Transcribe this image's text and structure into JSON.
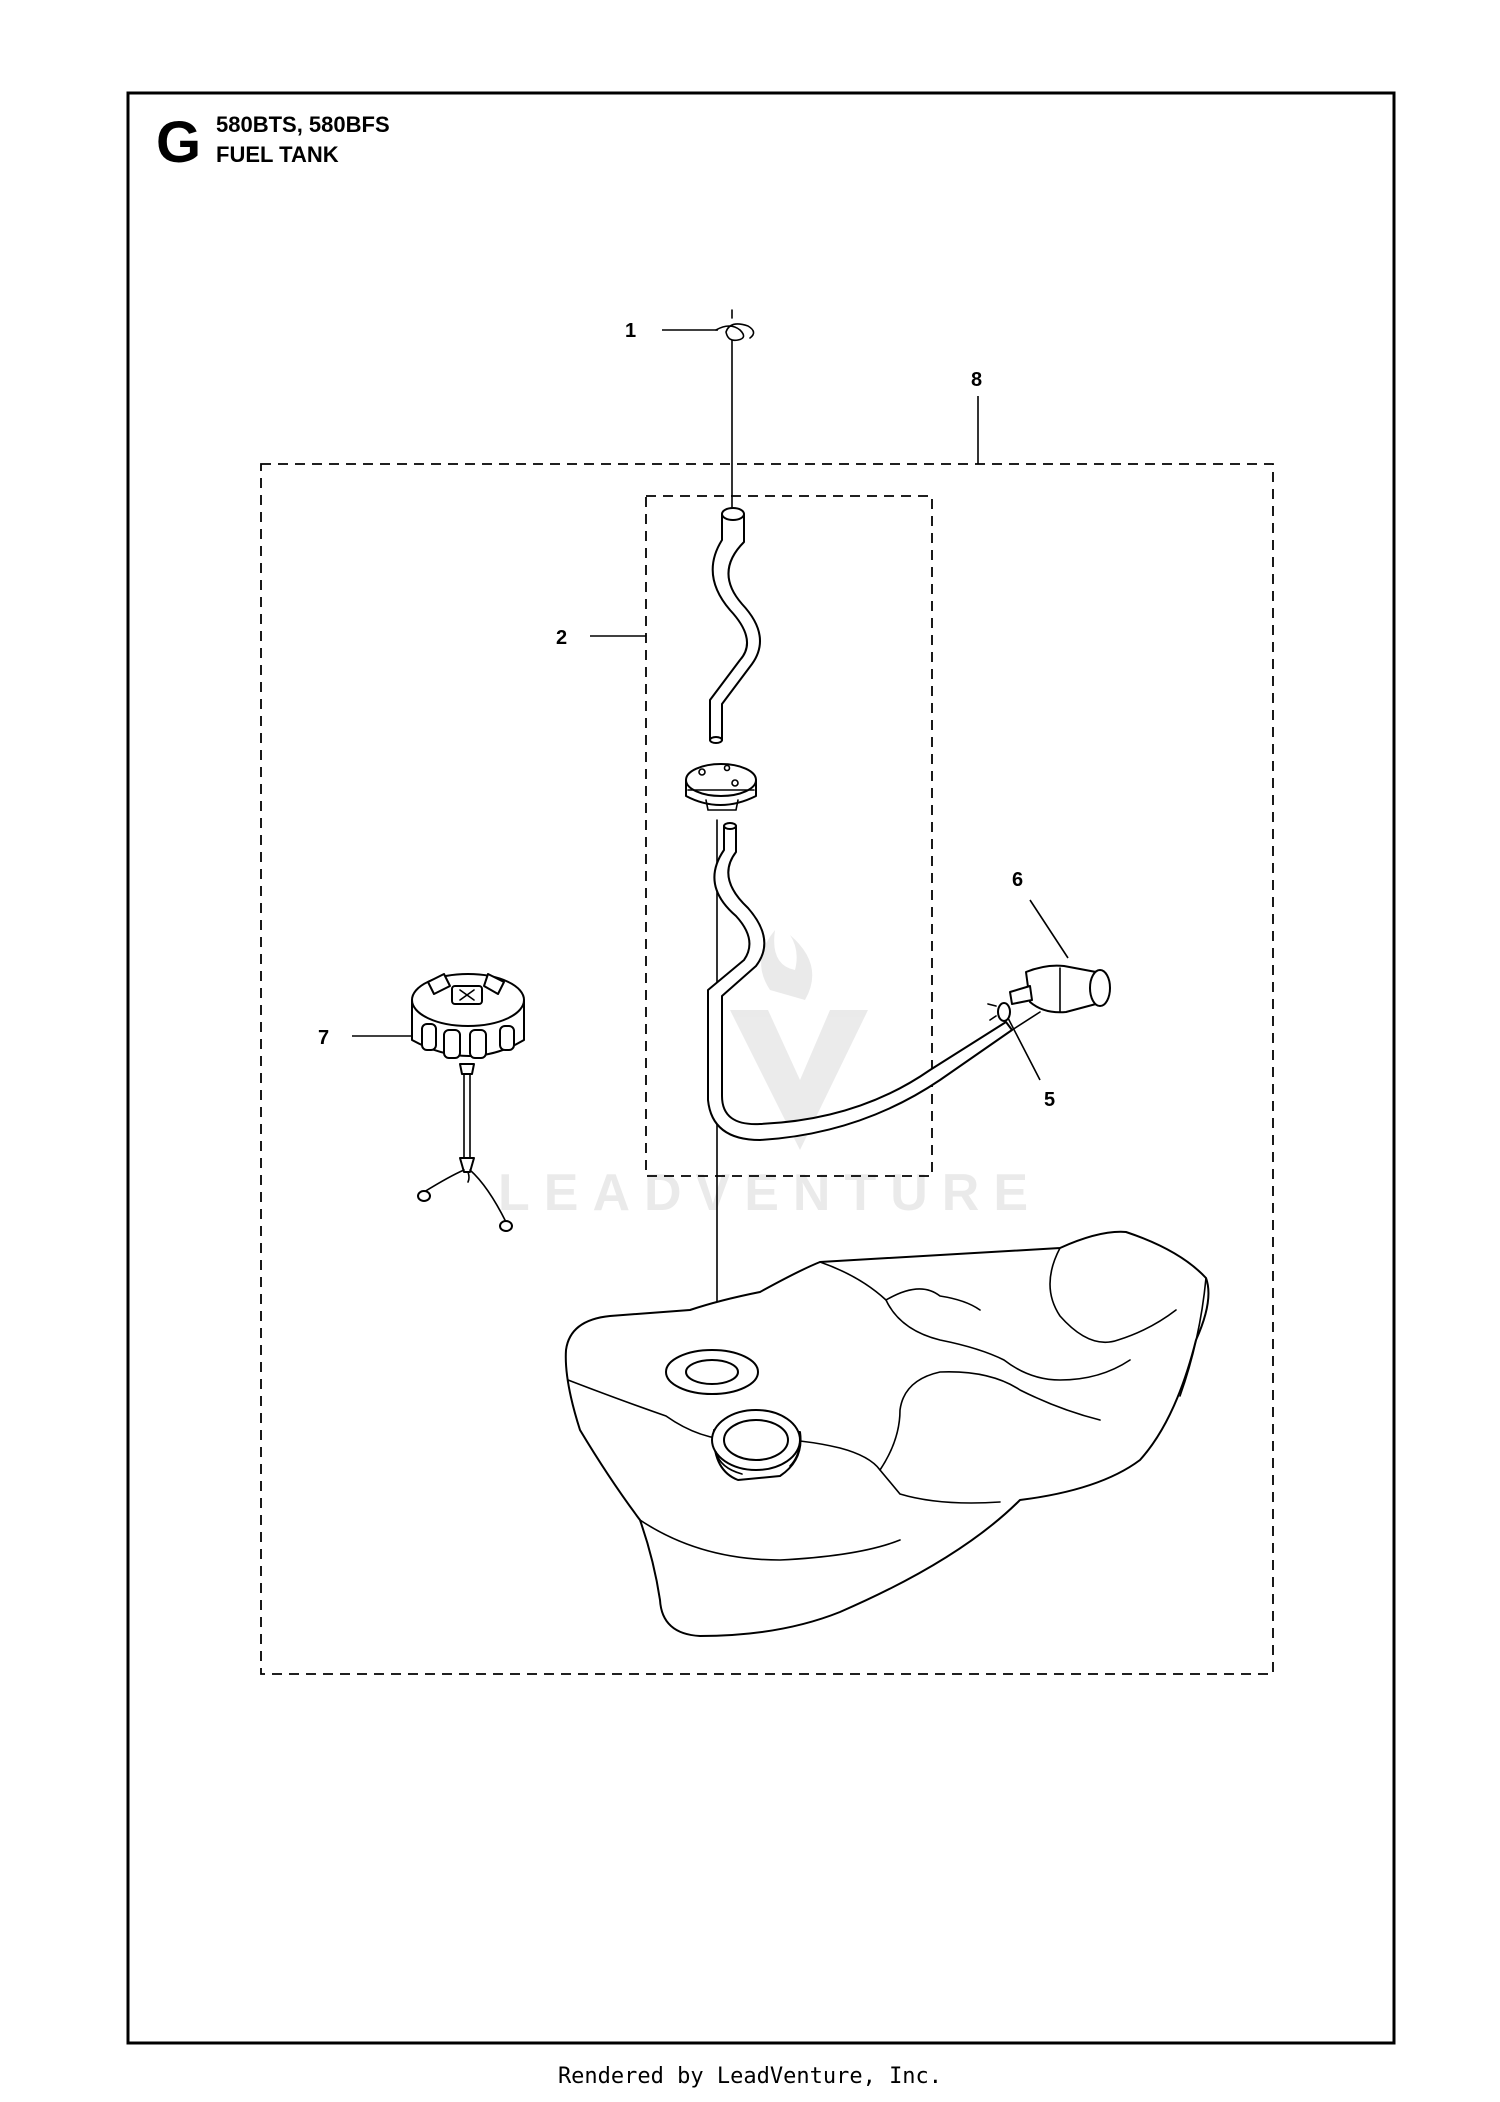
{
  "header": {
    "section_letter": "G",
    "models": "580BTS, 580BFS",
    "section_title": "FUEL TANK"
  },
  "callouts": [
    {
      "label": "1",
      "part": "wire-clip"
    },
    {
      "label": "2",
      "part": "fuel-hose-kit"
    },
    {
      "label": "5",
      "part": "hose-clamp"
    },
    {
      "label": "6",
      "part": "fuel-filter"
    },
    {
      "label": "7",
      "part": "fuel-cap"
    },
    {
      "label": "8",
      "part": "fuel-tank-assembly"
    }
  ],
  "watermark": "LEADVENTURE",
  "footer": "Rendered by LeadVenture, Inc."
}
